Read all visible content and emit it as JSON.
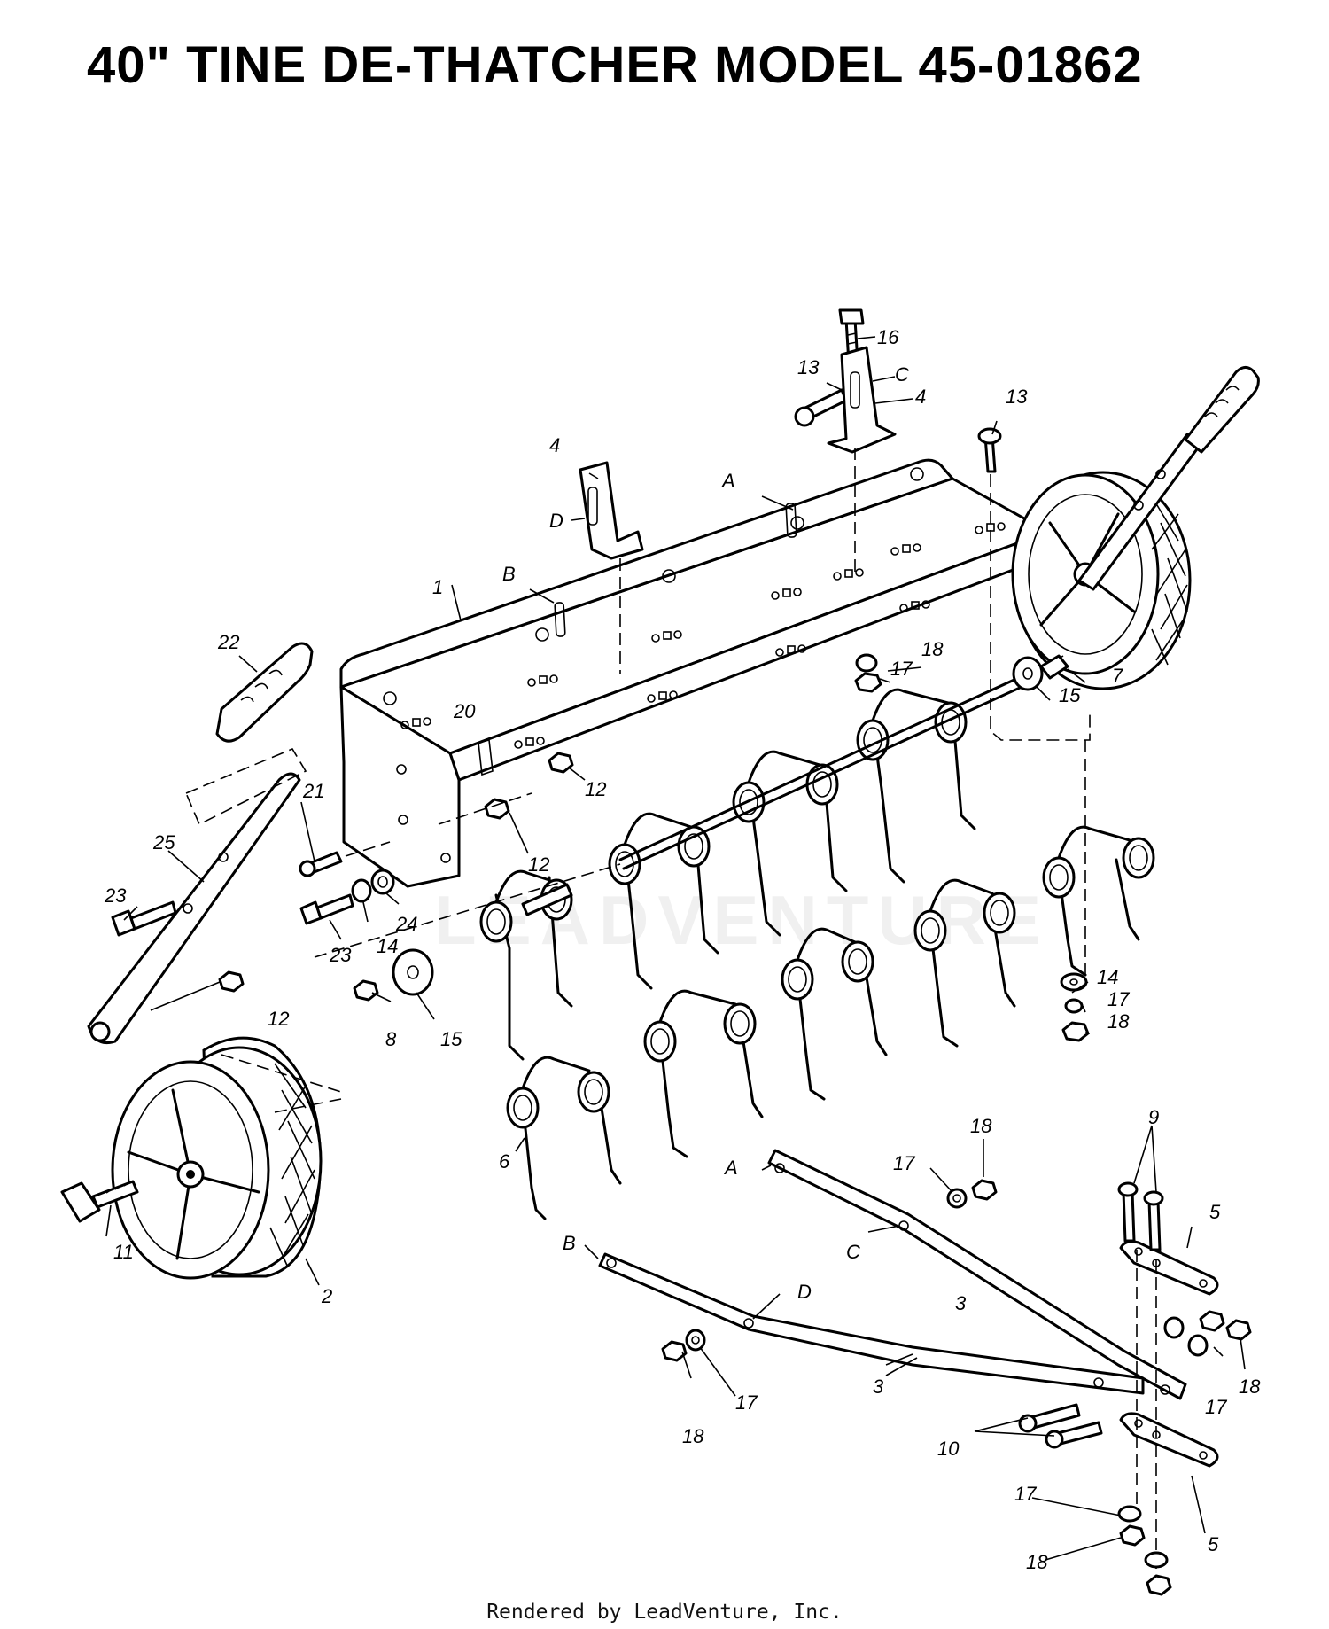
{
  "title": "40\" TINE DE-THATCHER  MODEL 45-01862",
  "footer": "Rendered by LeadVenture, Inc.",
  "watermark": "LEADVENTURE",
  "callouts": [
    {
      "id": "c16",
      "text": "16"
    },
    {
      "id": "c13a",
      "text": "13"
    },
    {
      "id": "cC1",
      "text": "C"
    },
    {
      "id": "c4a",
      "text": "4"
    },
    {
      "id": "c13b",
      "text": "13"
    },
    {
      "id": "c4b",
      "text": "4"
    },
    {
      "id": "cA1",
      "text": "A"
    },
    {
      "id": "cD1",
      "text": "D"
    },
    {
      "id": "cB1",
      "text": "B"
    },
    {
      "id": "c1",
      "text": "1"
    },
    {
      "id": "c22",
      "text": "22"
    },
    {
      "id": "c20",
      "text": "20"
    },
    {
      "id": "c17a",
      "text": "17"
    },
    {
      "id": "c18a",
      "text": "18"
    },
    {
      "id": "c7",
      "text": "7"
    },
    {
      "id": "c15a",
      "text": "15"
    },
    {
      "id": "c12a",
      "text": "12"
    },
    {
      "id": "c12b",
      "text": "12"
    },
    {
      "id": "c21",
      "text": "21"
    },
    {
      "id": "c25",
      "text": "25"
    },
    {
      "id": "c23a",
      "text": "23"
    },
    {
      "id": "c23b",
      "text": "23"
    },
    {
      "id": "c14a",
      "text": "14"
    },
    {
      "id": "c24",
      "text": "24"
    },
    {
      "id": "c12c",
      "text": "12"
    },
    {
      "id": "c8",
      "text": "8"
    },
    {
      "id": "c15b",
      "text": "15"
    },
    {
      "id": "c14b",
      "text": "14"
    },
    {
      "id": "c17b",
      "text": "17"
    },
    {
      "id": "c18b",
      "text": "18"
    },
    {
      "id": "c6",
      "text": "6"
    },
    {
      "id": "c11",
      "text": "11"
    },
    {
      "id": "c2",
      "text": "2"
    },
    {
      "id": "c18c",
      "text": "18"
    },
    {
      "id": "c17c",
      "text": "17"
    },
    {
      "id": "cA2",
      "text": "A"
    },
    {
      "id": "cC2",
      "text": "C"
    },
    {
      "id": "c9",
      "text": "9"
    },
    {
      "id": "c5a",
      "text": "5"
    },
    {
      "id": "cB2",
      "text": "B"
    },
    {
      "id": "cD2",
      "text": "D"
    },
    {
      "id": "c3a",
      "text": "3"
    },
    {
      "id": "c3b",
      "text": "3"
    },
    {
      "id": "c17d",
      "text": "17"
    },
    {
      "id": "c18d",
      "text": "18"
    },
    {
      "id": "c18e",
      "text": "18"
    },
    {
      "id": "c17e",
      "text": "17"
    },
    {
      "id": "c10",
      "text": "10"
    },
    {
      "id": "c17f",
      "text": "17"
    },
    {
      "id": "c18f",
      "text": "18"
    },
    {
      "id": "c5b",
      "text": "5"
    }
  ]
}
